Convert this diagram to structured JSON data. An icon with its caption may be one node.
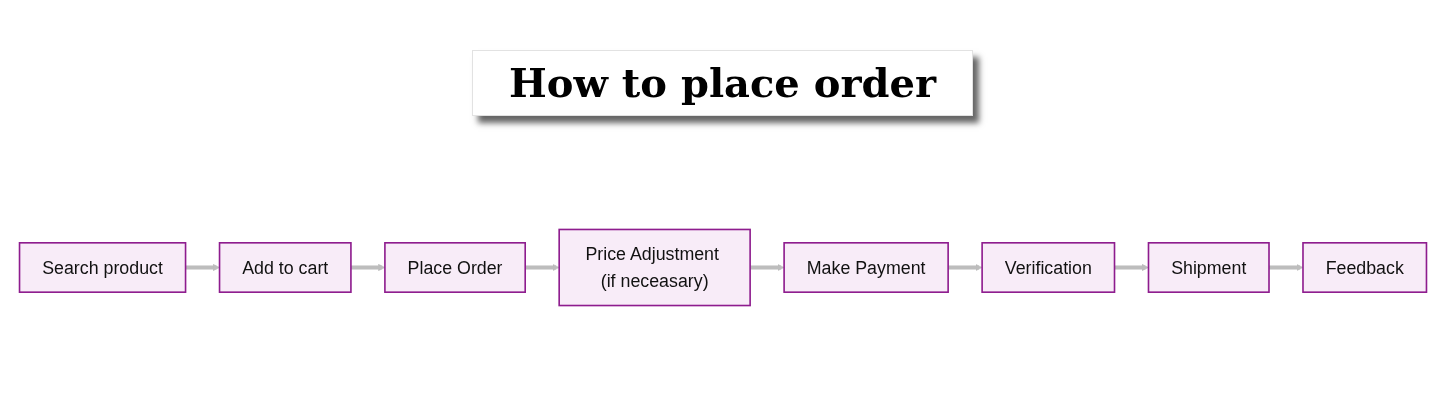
{
  "diagram": {
    "title": "How to place order",
    "nodes": [
      {
        "text": [
          "Search product"
        ]
      },
      {
        "text": [
          "Add to cart"
        ]
      },
      {
        "text": [
          "Place Order"
        ]
      },
      {
        "text": [
          "Price Adjustment (if neceasary)"
        ]
      },
      {
        "text": [
          "Make Payment"
        ]
      },
      {
        "text": [
          "Verification"
        ]
      },
      {
        "text": [
          "Shipment"
        ]
      },
      {
        "text": [
          "Feedback"
        ]
      }
    ],
    "edges": [
      {
        "from": 0,
        "to": 1,
        "arrow": "to"
      },
      {
        "from": 1,
        "to": 2,
        "arrow": "to"
      },
      {
        "from": 2,
        "to": 3,
        "arrow": "to"
      },
      {
        "from": 3,
        "to": 4,
        "arrow": "to"
      },
      {
        "from": 4,
        "to": 5,
        "arrow": "to"
      },
      {
        "from": 5,
        "to": 6,
        "arrow": "to"
      },
      {
        "from": 6,
        "to": 7,
        "arrow": "to"
      }
    ]
  }
}
